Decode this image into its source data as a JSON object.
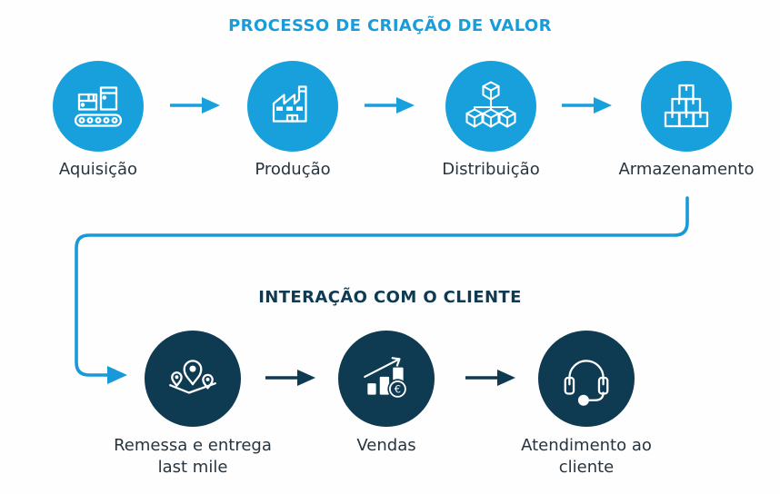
{
  "diagram": {
    "kind": "process-flow",
    "colors": {
      "accent_blue": "#17a0dc",
      "title_blue": "#189dd9",
      "navy": "#0e3a52",
      "label_text": "#27343e",
      "icon_stroke": "#ffffff",
      "background": "#fefefe"
    },
    "value_chain": {
      "title": "PROCESSO DE CRIAÇÃO DE VALOR",
      "steps": [
        {
          "label": "Aquisição",
          "icon": "conveyor-boxes-icon"
        },
        {
          "label": "Produção",
          "icon": "factory-icon"
        },
        {
          "label": "Distribuição",
          "icon": "distribution-network-icon"
        },
        {
          "label": "Armazenamento",
          "icon": "stacked-boxes-icon"
        }
      ]
    },
    "customer_interaction": {
      "title": "INTERAÇÃO COM O CLIENTE",
      "steps": [
        {
          "label": "Remessa e entrega\nlast mile",
          "icon": "map-pins-icon"
        },
        {
          "label": "Vendas",
          "icon": "sales-chart-icon"
        },
        {
          "label": "Atendimento ao\ncliente",
          "icon": "headset-icon"
        }
      ]
    },
    "icons": {
      "euro_symbol": "€"
    },
    "connector": {
      "from": "Armazenamento",
      "to": "Remessa e entrega last mile"
    }
  }
}
